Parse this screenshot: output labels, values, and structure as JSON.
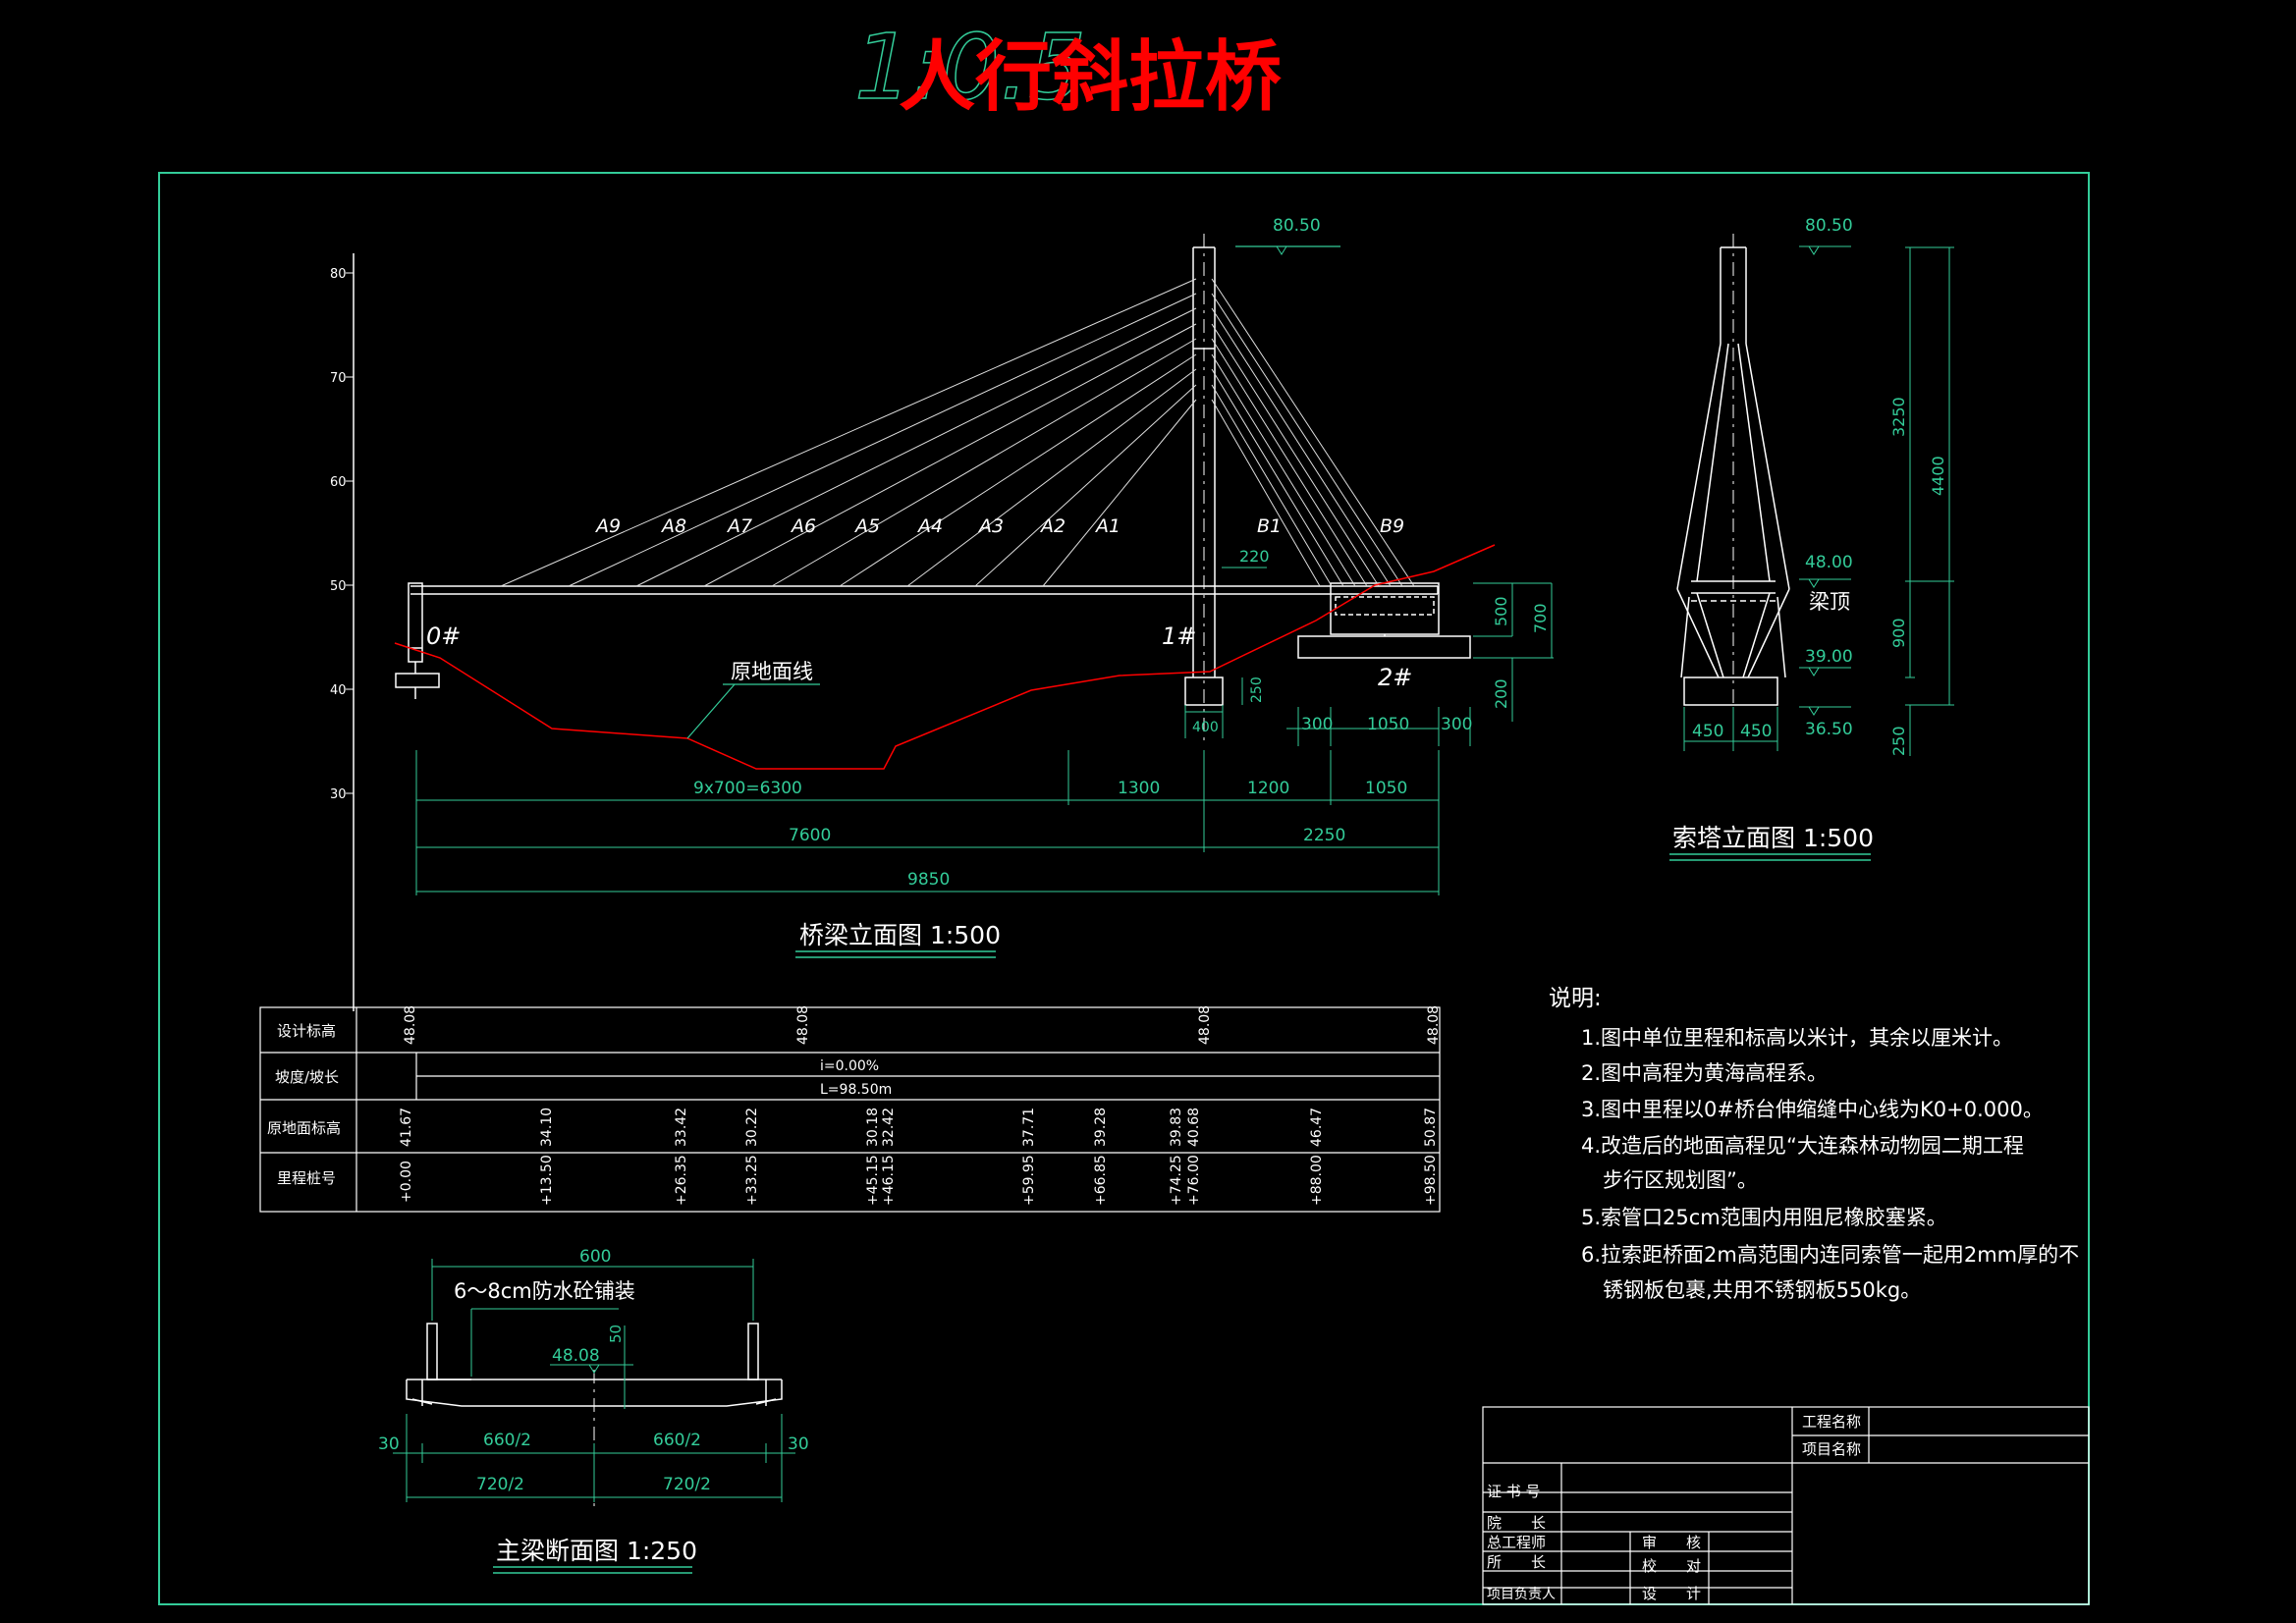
{
  "title": {
    "scale": "1:0.5",
    "main": "人行斜拉桥"
  },
  "elevation": {
    "caption": "桥梁立面图 1:500",
    "y_ticks": [
      "80",
      "70",
      "60",
      "50",
      "40",
      "30"
    ],
    "cables_left": [
      "A9",
      "A8",
      "A7",
      "A6",
      "A5",
      "A4",
      "A3",
      "A2",
      "A1"
    ],
    "cables_right": [
      "B1",
      "B9"
    ],
    "piers": [
      "0#",
      "1#",
      "2#"
    ],
    "ground_label": "原地面线",
    "top_elev": "80.50",
    "dims": {
      "d220": "220",
      "d500": "500",
      "d700": "700",
      "d250": "250",
      "d200": "200",
      "d400": "400",
      "d300a": "300",
      "d1050a": "1050",
      "d300b": "300",
      "span_left": "9x700=6300",
      "d1300": "1300",
      "d1200": "1200",
      "d1050b": "1050",
      "d7600": "7600",
      "d2250": "2250",
      "d9850": "9850"
    }
  },
  "profile_table": {
    "row_labels": [
      "设计标高",
      "坡度/坡长",
      "原地面标高",
      "里程桩号"
    ],
    "design_elev": [
      "48.08",
      "48.08",
      "48.08",
      "48.08"
    ],
    "slope": "i=0.00%",
    "length": "L=98.50m",
    "ground_elev": [
      "41.67",
      "34.10",
      "33.42",
      "30.22",
      "30.18",
      "32.42",
      "37.71",
      "39.28",
      "39.83",
      "40.68",
      "46.47",
      "50.87"
    ],
    "stations": [
      "+0.00",
      "+13.50",
      "+26.35",
      "+33.25",
      "+45.15",
      "+46.15",
      "+59.95",
      "+66.85",
      "+74.25",
      "+76.00",
      "+88.00",
      "+98.50"
    ]
  },
  "tower": {
    "caption": "索塔立面图 1:500",
    "elev_top": "80.50",
    "elev_deck": "48.00",
    "elev_base": "39.00",
    "elev_found": "36.50",
    "deck_label": "梁顶",
    "dims": [
      "3250",
      "4400",
      "900",
      "250",
      "450",
      "450"
    ]
  },
  "section": {
    "caption": "主梁断面图 1:250",
    "paving": "6～8cm防水砼铺装",
    "elev": "48.08",
    "dims": {
      "width": "600",
      "h50": "50",
      "left30": "30",
      "right30": "30",
      "half1": "660/2",
      "half2": "660/2",
      "full1": "720/2",
      "full2": "720/2"
    }
  },
  "notes": {
    "heading": "说明:",
    "lines": [
      "1.图中单位里程和标高以米计，其余以厘米计。",
      "2.图中高程为黄海高程系。",
      "3.图中里程以0#桥台伸缩缝中心线为K0+0.000。",
      "4.改造后的地面高程见“大连森林动物园二期工程",
      "步行区规划图”。",
      "5.索管口25cm范围内用阻尼橡胶塞紧。",
      "6.拉索距桥面2m高范围内连同索管一起用2mm厚的不",
      "锈钢板包裹,共用不锈钢板550kg。"
    ]
  },
  "title_block": {
    "project_name": "工程名称",
    "item_name": "项目名称",
    "cert_no": "证 书 号",
    "dean": "院　　长",
    "chief_engineer": "总工程师",
    "director": "所　　长",
    "project_lead": "项目负责人",
    "review": "审　　核",
    "check": "校　　对",
    "design": "设　　计"
  },
  "colors": {
    "frame": "#33cc99",
    "structure": "#ffffff",
    "ground_line": "#ff0000",
    "title": "#ff0000",
    "dimension": "#33cc99"
  }
}
